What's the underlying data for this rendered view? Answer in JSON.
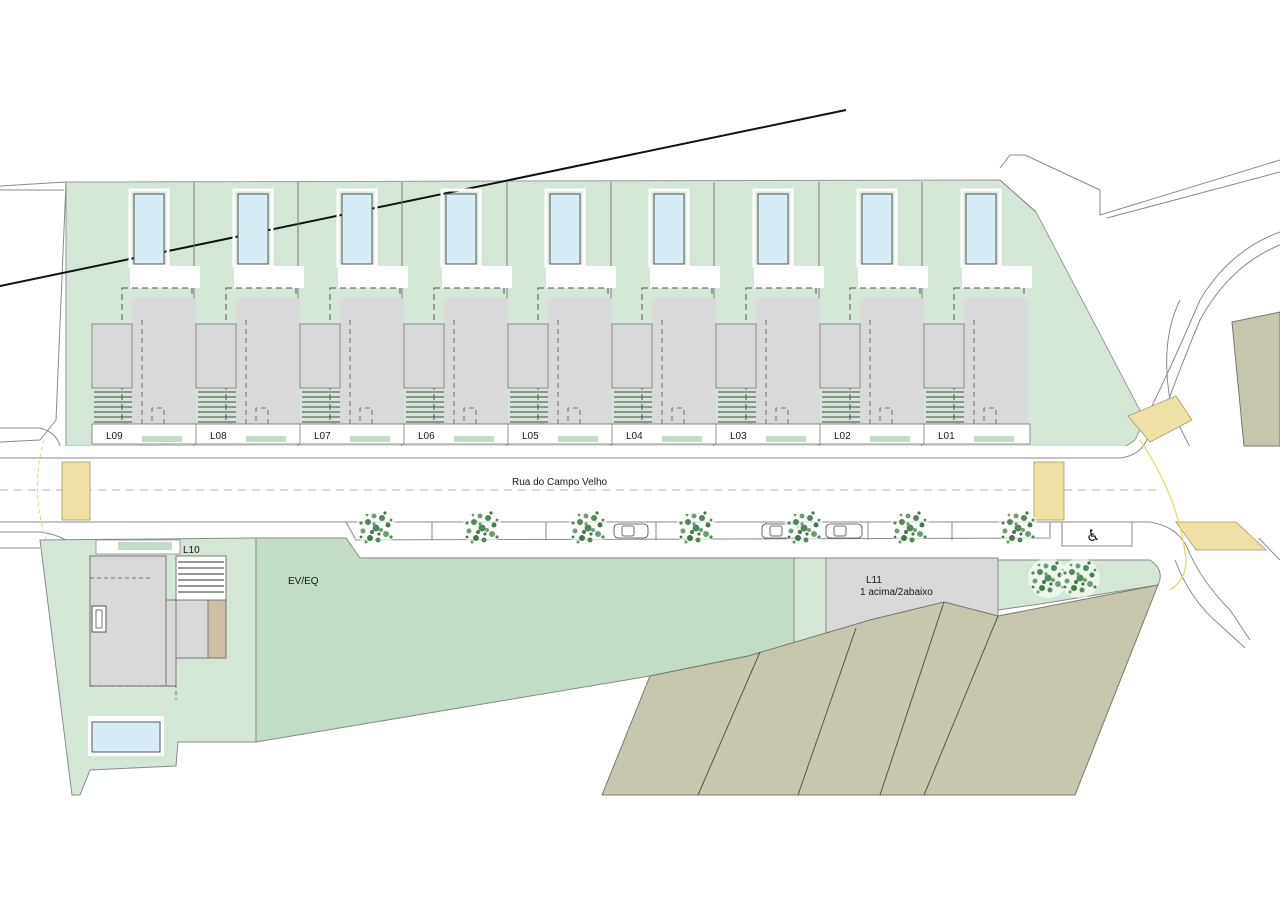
{
  "street": {
    "name": "Rua do Campo Velho"
  },
  "lots_north": [
    {
      "id": "L09"
    },
    {
      "id": "L08"
    },
    {
      "id": "L07"
    },
    {
      "id": "L06"
    },
    {
      "id": "L05"
    },
    {
      "id": "L04"
    },
    {
      "id": "L03"
    },
    {
      "id": "L02"
    },
    {
      "id": "L01"
    }
  ],
  "lot_l10": {
    "id": "L10"
  },
  "lot_l11": {
    "id": "L11",
    "note": "1 acima/2abaixo"
  },
  "ev_eq": {
    "label": "EV/EQ"
  },
  "accessible_parking": {
    "icon": "wheelchair-icon",
    "glyph": "♿"
  },
  "colors": {
    "green_area": "#d4e6d6",
    "green_public": "#c2dcc5",
    "building": "#d9d9d9",
    "pool": "#d8ecf6",
    "crosswalk": "#efe0a6",
    "neighbor_plots": "#c7c7b0",
    "tree": "#4f8a55"
  }
}
